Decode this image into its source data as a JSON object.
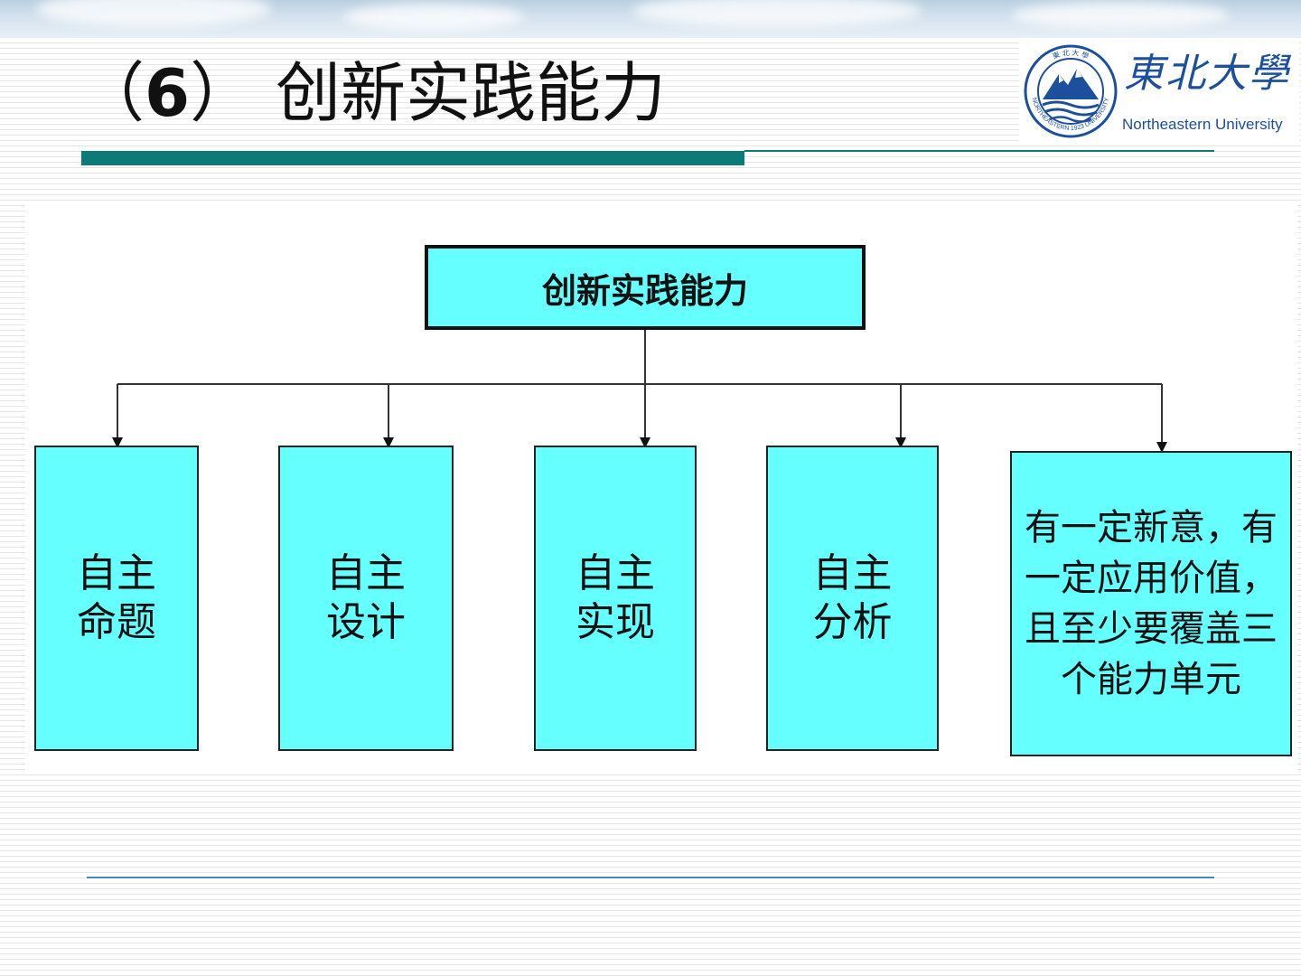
{
  "title": {
    "number": "6",
    "text": "创新实践能力"
  },
  "logo": {
    "chinese_name": "東北大學",
    "english_name": "Northeastern University",
    "seal_top_text": "東 北 大 學",
    "seal_ring_text": "NORTHEASTERN 1923 UNIVERSITY"
  },
  "diagram": {
    "root": "创新实践能力",
    "children": [
      {
        "line1": "自主",
        "line2": "命题"
      },
      {
        "line1": "自主",
        "line2": "设计"
      },
      {
        "line1": "自主",
        "line2": "实现"
      },
      {
        "line1": "自主",
        "line2": "分析"
      },
      {
        "text": "有一定新意，有一定应用价值，且至少要覆盖三个能力单元"
      }
    ]
  },
  "colors": {
    "node_fill": "#66ffff",
    "accent_bar": "#0c7b78",
    "logo_blue": "#1c4f9c",
    "footer_line": "#4a86b8"
  }
}
